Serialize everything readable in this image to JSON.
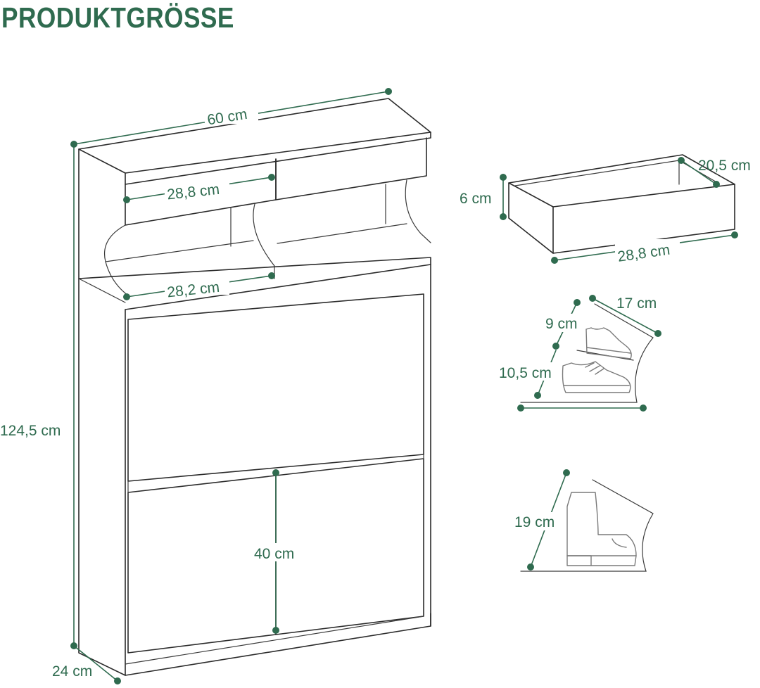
{
  "title": "PRODUKTGRÖSSE",
  "colors": {
    "accent": "#2f6b4f",
    "outline": "#2b2b2b"
  },
  "dimensions": {
    "total_width": "60 cm",
    "total_height": "124,5 cm",
    "depth": "24 cm",
    "drawer_front_width": "28,8 cm",
    "shelf_width": "28,2 cm",
    "door_height": "40 cm"
  },
  "drawer_detail": {
    "height": "6 cm",
    "depth": "20,5 cm",
    "width": "28,8 cm"
  },
  "compartment_detail": {
    "depth": "17 cm",
    "upper_height": "9 cm",
    "lower_height": "10,5 cm"
  },
  "boot_detail": {
    "height": "19 cm"
  },
  "icons": [
    "shoe-cabinet-drawing",
    "drawer-drawing",
    "sneaker-icon",
    "boot-icon"
  ]
}
